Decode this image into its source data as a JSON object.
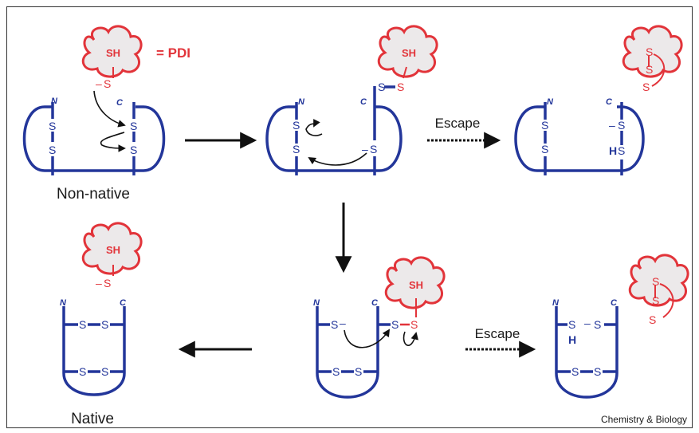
{
  "legend": {
    "sh": "SH",
    "equals_pdi": "= PDI"
  },
  "labels": {
    "non_native": "Non-native",
    "native": "Native",
    "escape_1": "Escape",
    "escape_2": "Escape",
    "credit": "Chemistry & Biology"
  },
  "terminus": {
    "n": "N",
    "c": "C"
  },
  "atoms": {
    "s": "S",
    "sh": "SH",
    "h": "H",
    "minus": "–"
  },
  "colors": {
    "protein": "#23369a",
    "pdi": "#e2343a",
    "pdi_fill": "#ece9ea",
    "arrow": "#111111",
    "frame": "#333333"
  }
}
